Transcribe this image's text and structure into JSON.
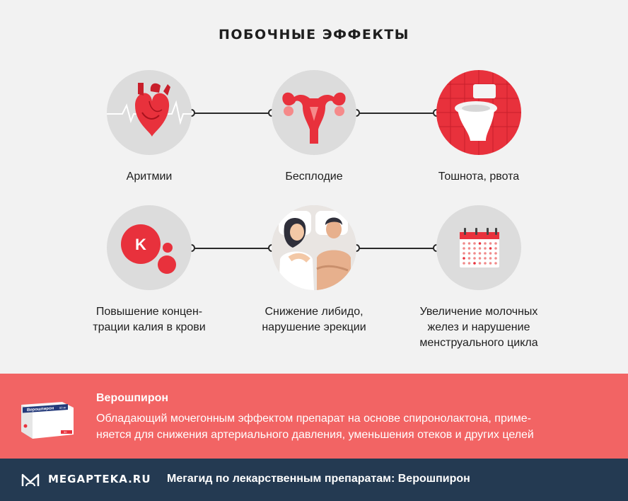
{
  "title": "ПОБОЧНЫЕ ЭФФЕКТЫ",
  "effects": [
    {
      "label": "Аритмии",
      "icon": "heart-icon"
    },
    {
      "label": "Бесплодие",
      "icon": "uterus-icon"
    },
    {
      "label": "Тошнота, рвота",
      "icon": "toilet-icon"
    },
    {
      "label": "Повышение концен-\nтрации калия в крови",
      "icon": "potassium-icon",
      "icon_text": "K"
    },
    {
      "label": "Снижение либидо,\nнарушение эрекции",
      "icon": "couple-icon"
    },
    {
      "label": "Увеличение молочных\nжелез и нарушение\nменструального цикла",
      "icon": "calendar-icon"
    }
  ],
  "promo": {
    "title": "Верошпирон",
    "text": "Обладающий мочегонным эффектом препарат на основе спиронолактона, приме-\nняется для снижения артериального давления, уменьшения отеков и других целей",
    "box_brand": "Верошпирон",
    "box_dose": "50 мг",
    "box_count": "30"
  },
  "footer": {
    "logo": "MEGAPTEKA.RU",
    "text": "Мегагид по лекарственным препаратам: Верошпирон"
  },
  "colors": {
    "accent": "#e8313c",
    "promo_bg": "#f26464",
    "footer_bg": "#243a52",
    "circle_bg": "#dcdcdc",
    "page_bg": "#f2f2f2"
  }
}
